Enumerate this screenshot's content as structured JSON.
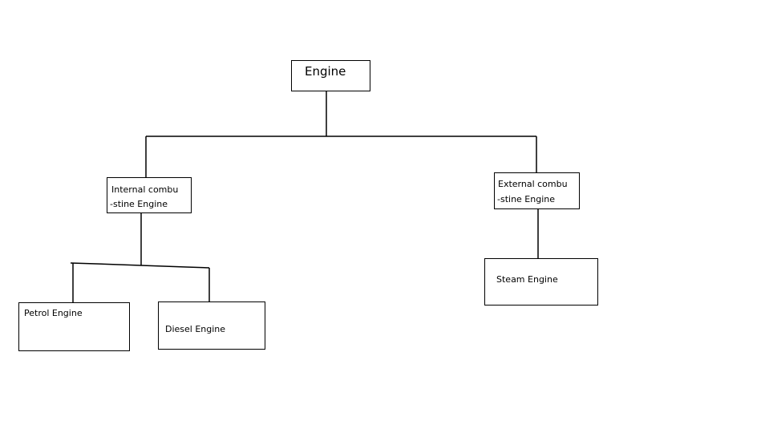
{
  "diagram": {
    "root": {
      "label": "Engine"
    },
    "internal": {
      "line1": "Internal combu",
      "line2": "-stine Engine"
    },
    "external": {
      "line1": "External combu",
      "line2": "-stine Engine"
    },
    "petrol": {
      "label": "Petrol Engine"
    },
    "diesel": {
      "label": "Diesel Engine"
    },
    "steam": {
      "label": "Steam Engine"
    }
  }
}
